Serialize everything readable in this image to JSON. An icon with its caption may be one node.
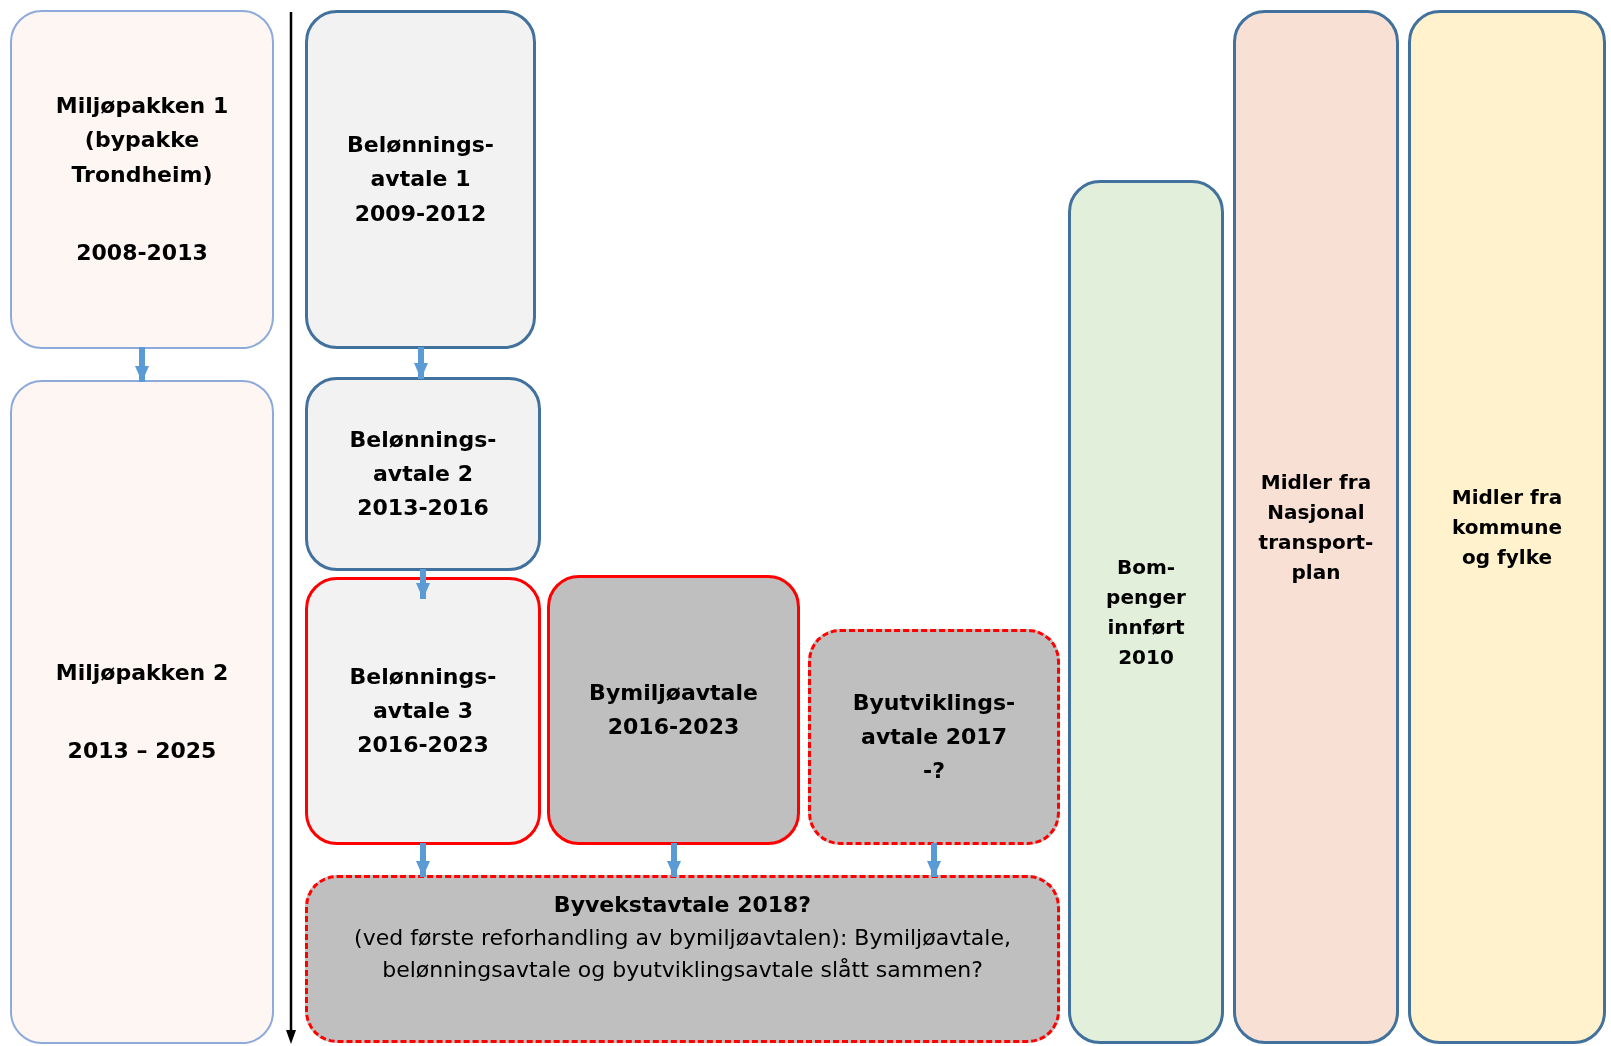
{
  "diagram": {
    "nodes": [
      {
        "text": [
          "Miljøpakken 1 (bypakke Trondheim)",
          "2008-2013"
        ]
      },
      {
        "text": [
          "Miljøpakken 2",
          "2013 – 2025"
        ]
      },
      {
        "text": [
          "Belønnings- avtale 1 2009-2012"
        ]
      },
      {
        "text": [
          "Belønnings- avtale 2 2013-2016"
        ]
      },
      {
        "text": [
          "Belønnings- avtale 3 2016-2023"
        ]
      },
      {
        "text": [
          "Bymiljøavtale 2016-2023"
        ]
      },
      {
        "text": [
          "Byutviklings- avtale 2017 -?"
        ]
      },
      {
        "text": [
          "Byvekstavtale 2018?",
          "(ved første reforhandling av bymiljøavtalen): Bymiljøavtale, belønningsavtale og byutviklingsavtale slått sammen?"
        ]
      },
      {
        "text": [
          "Bom- penger innført 2010"
        ]
      },
      {
        "text": [
          "Midler fra Nasjonal transport- plan"
        ]
      },
      {
        "text": [
          "Midler fra kommune og fylke"
        ]
      }
    ],
    "edges": [
      {
        "from": 0,
        "to": 1,
        "arrow": "to"
      },
      {
        "from": 2,
        "to": 3,
        "arrow": "to"
      },
      {
        "from": 3,
        "to": 4,
        "arrow": "to"
      },
      {
        "from": 4,
        "to": 7,
        "arrow": "to"
      },
      {
        "from": 5,
        "to": 7,
        "arrow": "to"
      },
      {
        "from": 6,
        "to": 7,
        "arrow": "to"
      }
    ]
  }
}
